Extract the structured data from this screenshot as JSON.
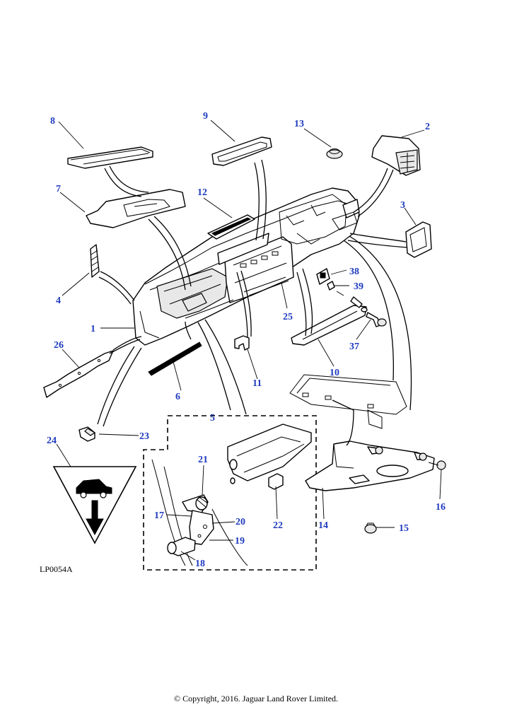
{
  "diagram": {
    "labels": [
      "1",
      "2",
      "3",
      "4",
      "5",
      "6",
      "7",
      "8",
      "9",
      "10",
      "11",
      "12",
      "13",
      "14",
      "15",
      "16",
      "17",
      "18",
      "19",
      "20",
      "21",
      "22",
      "23",
      "24",
      "25",
      "26",
      "37",
      "38",
      "39"
    ],
    "drawing_code": "LP0054A",
    "copyright": "© Copyright, 2016. Jaguar Land Rover Limited."
  }
}
